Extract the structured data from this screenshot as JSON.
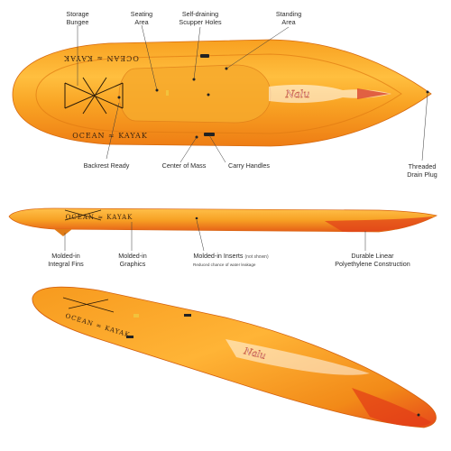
{
  "colors": {
    "hull_orange": "#f39a1c",
    "hull_light": "#ffc24a",
    "hull_red": "#e2431a",
    "callout_line": "#3a3a3a",
    "text": "#2b2b2b"
  },
  "top_view": {
    "brand_text_1": "OCEAN ≈ KAYAK",
    "brand_text_2": "OCEAN ≈ KAYAK",
    "model_text": "Nalu",
    "callouts": {
      "storage_bungee": [
        "Storage",
        "Bungee"
      ],
      "seating_area": [
        "Seating",
        "Area"
      ],
      "scupper_holes": [
        "Self-draining",
        "Scupper Holes"
      ],
      "standing_area": [
        "Standing",
        "Area"
      ],
      "backrest_ready": "Backrest Ready",
      "center_of_mass": "Center of Mass",
      "carry_handles": "Carry Handles",
      "drain_plug": [
        "Threaded",
        "Drain Plug"
      ]
    }
  },
  "side_view": {
    "brand_text": "OCEAN ≈ KAYAK",
    "callouts": {
      "integral_fins": [
        "Molded-in",
        "Integral Fins"
      ],
      "graphics": [
        "Molded-in",
        "Graphics"
      ],
      "inserts": "Molded-in Inserts",
      "inserts_note": "(not shown)",
      "inserts_sub": "Reduced chance of water leakage",
      "construction": [
        "Durable Linear",
        "Polyethylene Construction"
      ]
    }
  },
  "perspective_view": {
    "brand_text": "OCEAN ≈ KAYAK",
    "model_text": "Nalu"
  }
}
